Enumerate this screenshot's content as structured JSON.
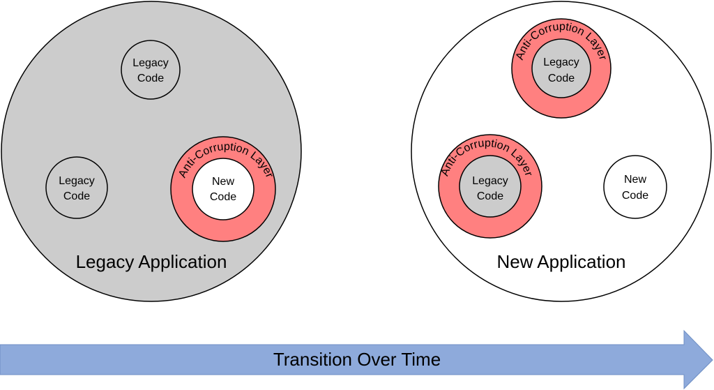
{
  "legacy_app": {
    "title": "Legacy Application",
    "legacy_code_1": [
      "Legacy",
      "Code"
    ],
    "legacy_code_2": [
      "Legacy",
      "Code"
    ],
    "acl_label": "Anti-Corruption Layer",
    "new_code": [
      "New",
      "Code"
    ]
  },
  "new_app": {
    "title": "New Application",
    "acl_top_label": "Anti-Corruption Layer",
    "acl_top_inner": [
      "Legacy",
      "Code"
    ],
    "acl_left_label": "Anti-Corruption Layer",
    "acl_left_inner": [
      "Legacy",
      "Code"
    ],
    "new_code": [
      "New",
      "Code"
    ]
  },
  "arrow": {
    "label": "Transition Over Time"
  },
  "colors": {
    "legacy_fill": "#cccccc",
    "acl_fill": "#ff8080",
    "arrow_fill": "#8eaadb",
    "stroke": "#000000"
  }
}
